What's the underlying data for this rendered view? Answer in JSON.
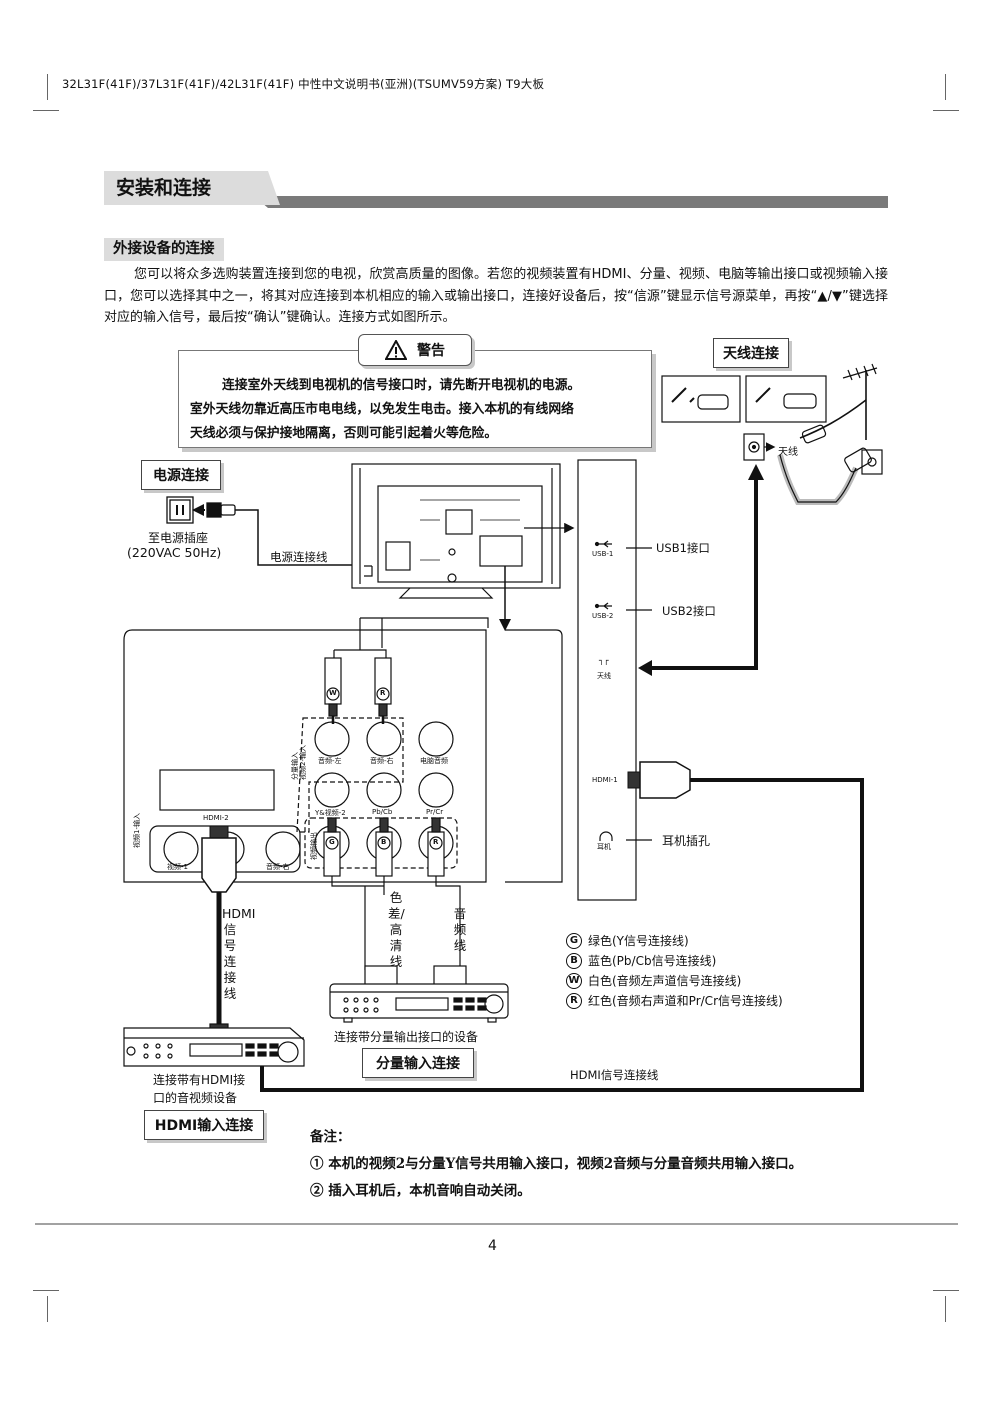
{
  "header": {
    "doc_title": "32L31F(41F)/37L31F(41F)/42L31F(41F) 中性中文说明书(亚洲)(TSUMV59方案) T9大板"
  },
  "section": {
    "title": "安装和连接"
  },
  "subsection": {
    "title": "外接设备的连接"
  },
  "intro": "您可以将众多选购装置连接到您的电视，欣赏高质量的图像。若您的视频装置有HDMI、分量、视频、电脑等输出接口或视频输入接口，您可以选择其中之一，将其对应连接到本机相应的输入或输出接口，连接好设备后，按“信源”键显示信号源菜单，再按“▲/▼”键选择对应的输入信号，最后按“确认”键确认。连接方式如图所示。",
  "warning": {
    "label": "警告",
    "lines": [
      "连接室外天线到电视机的信号接口时，请先断开电视机的电源。",
      "室外天线勿靠近高压市电电线，以免发生电击。接入本机的有线网络",
      "天线必须与保护接地隔离，否则可能引起着火等危险。"
    ]
  },
  "antenna": {
    "title": "天线连接",
    "cable_label": "天线"
  },
  "power": {
    "title": "电源连接",
    "outlet_line1": "至电源插座",
    "outlet_line2": "(220VAC 50Hz)",
    "cord_label": "电源连接线"
  },
  "side_panel": {
    "usb1_icon_label": "USB-1",
    "usb1_label": "USB1接口",
    "usb2_icon_label": "USB-2",
    "usb2_label": "USB2接口",
    "antenna_icon": "┐┌",
    "antenna_icon_label": "天线",
    "hdmi1_label": "HDMI-1",
    "earphone_icon_label": "耳机",
    "earphone_label": "耳机插孔"
  },
  "rear_panel": {
    "label_audio_l": "音频-左",
    "label_audio_r": "音频-右",
    "label_pc_audio": "电脑音频",
    "label_y": "Y&视频-2",
    "label_pb": "Pb/Cb",
    "label_pr": "Pr/Cr",
    "label_hdmi2": "HDMI-2",
    "label_video1": "视频-1",
    "label_audio_r2": "音频-右",
    "label_video1_in": "视频1-输入",
    "label_comp_in": "分量输入\n视频2-输入",
    "label_video_out": "视频输出"
  },
  "plugs": {
    "white": "W",
    "red": "R",
    "green": "G",
    "blue": "B"
  },
  "cables": {
    "component_video": "色差/高清线",
    "audio": "音频线",
    "hdmi_vertical": "HDMI信号连接线",
    "hdmi_bottom": "HDMI信号连接线"
  },
  "devices": {
    "component_device_label": "连接带分量输出接口的设备",
    "component_title": "分量输入连接",
    "hdmi_device_line1": "连接带有HDMI接",
    "hdmi_device_line2": "口的音视频设备",
    "hdmi_title": "HDMI输入连接"
  },
  "legend": [
    {
      "letter": "G",
      "text": "绿色(Y信号连接线)"
    },
    {
      "letter": "B",
      "text": "蓝色(Pb/Cb信号连接线)"
    },
    {
      "letter": "W",
      "text": "白色(音频左声道信号连接线)"
    },
    {
      "letter": "R",
      "text": "红色(音频右声道和Pr/Cr信号连接线)"
    }
  ],
  "notes": {
    "title": "备注：",
    "items": [
      "① 本机的视频2与分量Y信号共用输入接口，视频2音频与分量音频共用输入接口。",
      "② 插入耳机后，本机音响自动关闭。"
    ]
  },
  "page_number": "4"
}
